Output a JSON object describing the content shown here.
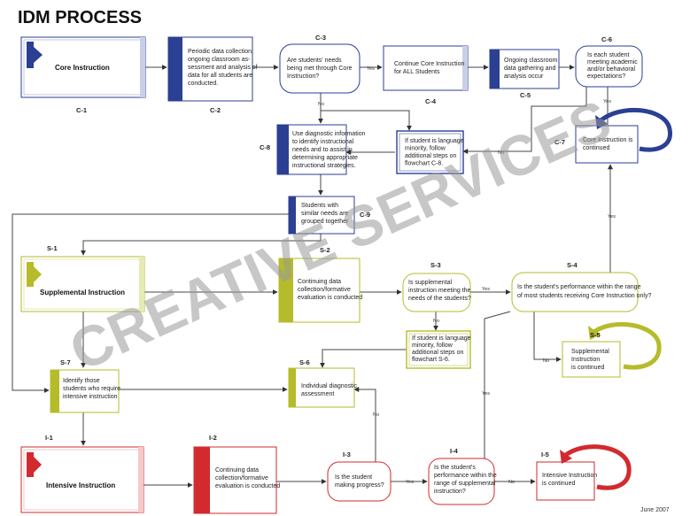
{
  "title": "IDM PROCESS",
  "date": "June 2007",
  "watermark": "CREATIVE SERVICES",
  "colors": {
    "blue": "#2b3f93",
    "green": "#b6bb2a",
    "red": "#d22a2e",
    "line": "#444444"
  },
  "connector_labels": {
    "yes": "Yes",
    "no": "No"
  },
  "icons": {
    "arrow": "arrow-right-icon",
    "cycle": "curved-arrow-icon"
  },
  "labels": {
    "C1": "C-1",
    "C2": "C-2",
    "C3": "C-3",
    "C4": "C-4",
    "C5": "C-5",
    "C6": "C-6",
    "C7": "C-7",
    "C8": "C-8",
    "C9": "C-9",
    "S1": "S-1",
    "S2": "S-2",
    "S3": "S-3",
    "S4": "S-4",
    "S5": "S-5",
    "S6": "S-6",
    "S7": "S-7",
    "I1": "I-1",
    "I2": "I-2",
    "I3": "I-3",
    "I4": "I-4",
    "I5": "I-5"
  },
  "nodes": {
    "C1": [
      "Core Instruction"
    ],
    "C2": [
      "Periodic data collection,",
      "ongoing classroom as-",
      "sessment and analysis of",
      "data for all students are",
      "conducted."
    ],
    "C3": [
      "Are students' needs",
      "being met through Core",
      "Instruction?"
    ],
    "C4": [
      "Continue Core Instruction",
      "for ALL Students"
    ],
    "C5": [
      "Ongoing classroom",
      "data gathering and",
      "analysis occur"
    ],
    "C6": [
      "Is each student",
      "meeting academic",
      "and/or behavioral",
      "expectations?"
    ],
    "C7": [
      "Core Instruction is",
      "continued"
    ],
    "C8": [
      "Use diagnostic information",
      "to identify instructional",
      "needs and to assist in",
      "determining appropriate",
      "instructional strategies."
    ],
    "LM1": [
      "If student is language",
      "minority, follow",
      "additional steps on",
      "flowchart C-8."
    ],
    "C9": [
      "Students with",
      "similar needs are",
      "grouped together"
    ],
    "S1": [
      "Supplemental Instruction"
    ],
    "S2": [
      "Continuing data",
      "collection/formative",
      "evaluation is conducted"
    ],
    "S3": [
      "Is supplemental",
      "instruction meeting the",
      "needs of the students?"
    ],
    "LM2": [
      "If student is language",
      "minority, follow",
      "additional steps on",
      "flowchart S-6."
    ],
    "S4": [
      "Is the student's performance within the range",
      "of most students receiving Core Instruction only?"
    ],
    "S5": [
      "Supplemental",
      "Instruction",
      "is continued"
    ],
    "S6": [
      "Individual diagnostic",
      "assessment"
    ],
    "S7": [
      "Identify those",
      "students who require",
      "intensive instruction"
    ],
    "I1": [
      "Intensive Instruction"
    ],
    "I2": [
      "Continuing data",
      "collection/formative",
      "evaluation is conducted"
    ],
    "I3": [
      "Is the student",
      "making progress?"
    ],
    "I4": [
      "Is the student's",
      "performance within the",
      "range of supplemental",
      "instruction?"
    ],
    "I5": [
      "Intensive Instruction",
      "is continued"
    ]
  }
}
